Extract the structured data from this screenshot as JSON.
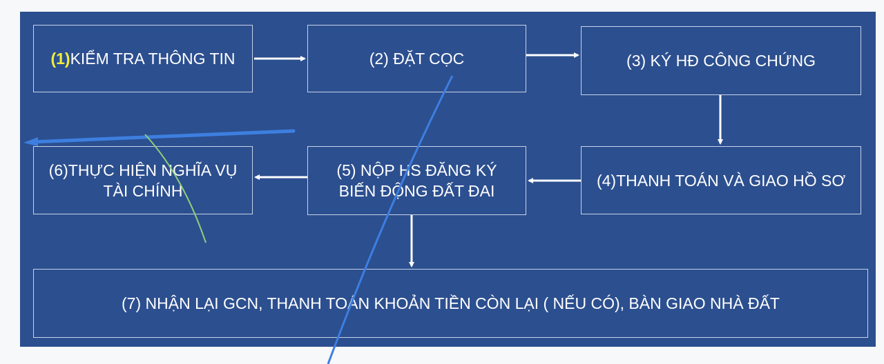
{
  "steps": [
    {
      "num": "(1)",
      "text": "KIỂM TRA THÔNG TIN"
    },
    {
      "text": "(2) ĐẶT CỌC"
    },
    {
      "text": "(3) KÝ HĐ CÔNG CHỨNG"
    },
    {
      "text": "(4)THANH TOÁN VÀ GIAO HỒ SƠ"
    },
    {
      "text": "(5) NỘP HS ĐĂNG KÝ BIẾN ĐỘNG ĐẤT ĐAI"
    },
    {
      "text": "(6)THỰC HIỆN NGHĨA VỤ TÀI CHÍNH"
    },
    {
      "text": "(7) NHẬN LẠI GCN, THANH TOÁN KHOẢN TIỀN CÒN LẠI ( NẾU CÓ), BÀN GIAO NHÀ ĐẤT"
    }
  ],
  "colors": {
    "panel": "#2c4f8f",
    "highlight": "#f3ee3a",
    "pen_blue": "#3d7fe0",
    "pen_green": "#8fd07a"
  }
}
